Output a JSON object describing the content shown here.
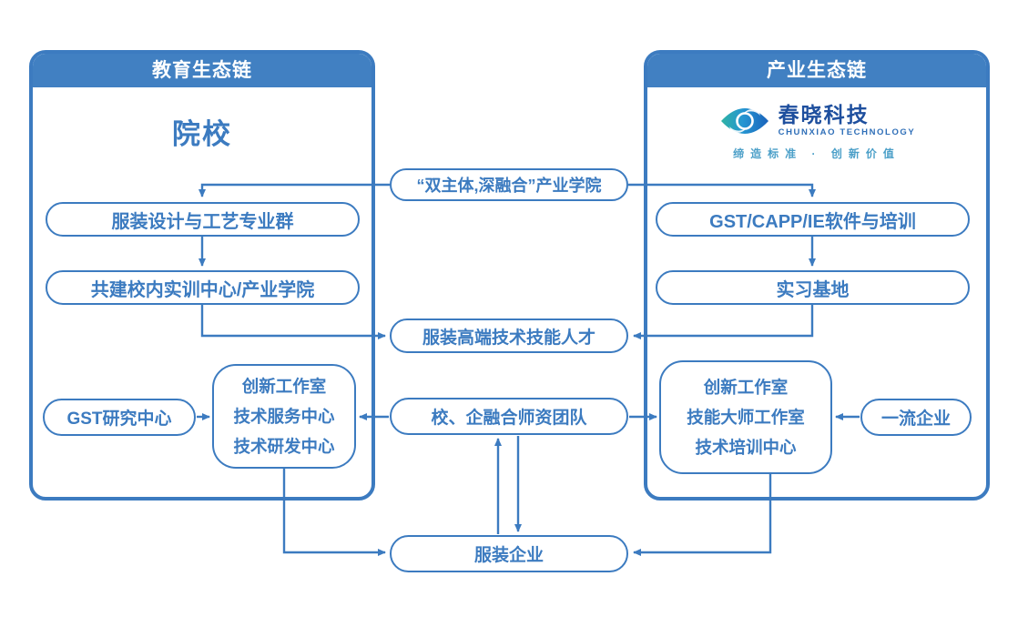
{
  "colors": {
    "primary": "#3c7bc0",
    "header_bg": "#4180c2",
    "header_text": "#ffffff",
    "logo_dark_blue": "#1e4f9e",
    "logo_blue": "#2f6fb8",
    "logo_teal": "#4b9fc8",
    "logo_gradient_start": "#2fb3a4",
    "logo_gradient_end": "#1a63bb"
  },
  "education_panel": {
    "header": "教育生态链",
    "title": "院校",
    "box1": "服装设计与工艺专业群",
    "box2": "共建校内实训中心/产业学院",
    "gst_center": "GST研究中心",
    "cluster": [
      "创新工作室",
      "技术服务中心",
      "技术研发中心"
    ]
  },
  "industry_panel": {
    "header": "产业生态链",
    "logo": {
      "name": "春晓科技",
      "subtitle": "CHUNXIAO TECHNOLOGY",
      "tagline": "缔造标准 · 创新价值"
    },
    "box1": "GST/CAPP/IE软件与培训",
    "box2": "实习基地",
    "cluster": [
      "创新工作室",
      "技能大师工作室",
      "技术培训中心"
    ],
    "first_class_enterprise": "一流企业"
  },
  "middle": {
    "dual_subject_college": "“双主体,深融合”产业学院",
    "talent": "服装高端技术技能人才",
    "teacher_team": "校、企融合师资团队",
    "garment_enterprise": "服装企业"
  }
}
